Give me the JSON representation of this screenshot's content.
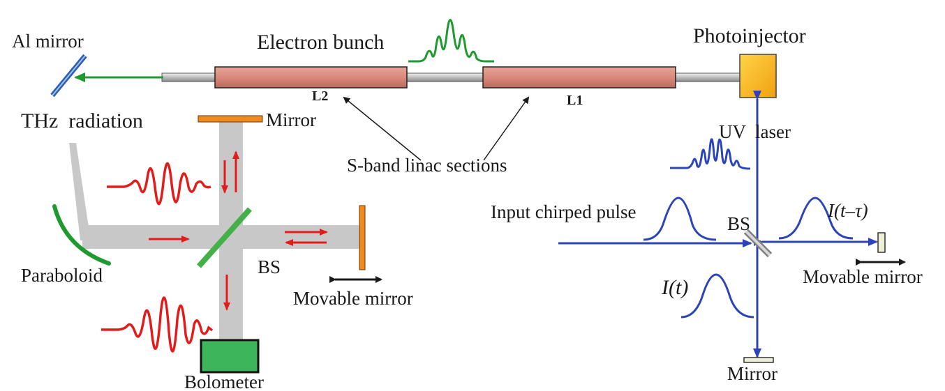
{
  "labels": {
    "al_mirror": "Al mirror",
    "electron_bunch": "Electron bunch",
    "photoinjector": "Photoinjector",
    "l2": "L2",
    "l1": "L1",
    "thz_radiation": "THz  radiation",
    "mirror_top": "Mirror",
    "s_band": "S-band linac sections",
    "uv_laser": "UV  laser",
    "input_chirped_pulse": "Input chirped pulse",
    "bs_right": "BS",
    "i_t_tau": "I(t–τ)",
    "paraboloid": "Paraboloid",
    "bs_left": "BS",
    "movable_mirror_left": "Movable mirror",
    "movable_mirror_right": "Movable mirror",
    "i_t": "I(t)",
    "bolometer": "Bolometer",
    "mirror_bottom": "Mirror"
  },
  "colors": {
    "linac_fill": "#d98a7c",
    "beam_gray": "#c8c8c8",
    "green": "#1e9a2e",
    "red": "#e31b1b",
    "blue": "#2b45b8",
    "orange": "#f08a1e",
    "photoinjector": "#f7b51c",
    "bolometer": "#3db55a"
  }
}
